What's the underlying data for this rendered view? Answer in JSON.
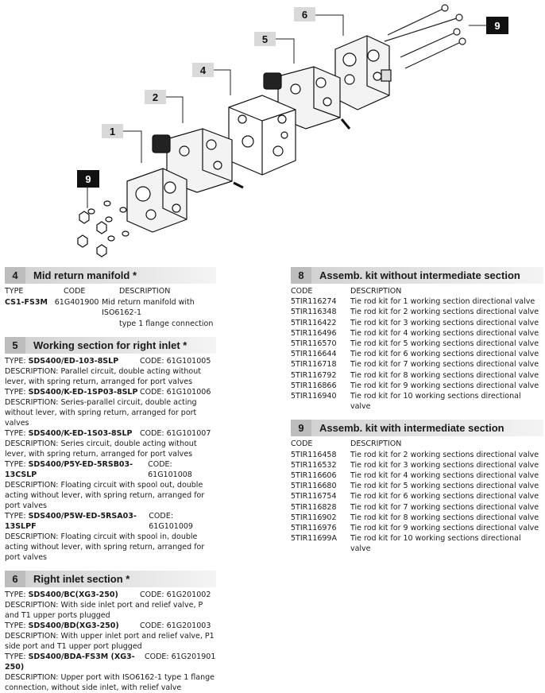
{
  "callouts": {
    "c1": "1",
    "c2": "2",
    "c4": "4",
    "c5": "5",
    "c6": "6",
    "c9a": "9",
    "c9b": "9"
  },
  "section4": {
    "num": "4",
    "title": "Mid return manifold *",
    "headers": {
      "type": "TYPE",
      "code": "CODE",
      "desc": "DESCRIPTION"
    },
    "type": "CS1-FS3M",
    "code": "61G401900",
    "desc1": "Mid return manifold with ISO6162-1",
    "desc2": "type 1 flange connection"
  },
  "section5": {
    "num": "5",
    "title": "Working section for right inlet *",
    "items": [
      {
        "type_label": "TYPE: ",
        "type": "SDS400/ED-103-8SLP",
        "code": "CODE: 61G101005",
        "desc": "DESCRIPTION: Parallel circuit, double acting without lever, with spring return, arranged for port valves"
      },
      {
        "type_label": "TYPE: ",
        "type": "SDS400/K-ED-1SP03-8SLP",
        "code": "CODE: 61G101006",
        "desc": "DESCRIPTION: Series-parallel circuit, double acting without lever, with spring return, arranged for port valves"
      },
      {
        "type_label": "TYPE: ",
        "type": "SDS400/K-ED-1S03-8SLP",
        "code": "CODE: 61G101007",
        "desc": "DESCRIPTION: Series circuit, double acting without lever, with spring return, arranged for port valves"
      },
      {
        "type_label": "TYPE: ",
        "type": "SDS400/P5Y-ED-5RSB03-13CSLP",
        "code": "CODE: 61G101008",
        "desc": "DESCRIPTION: Floating circuit with spool out, double acting without lever, with spring return, arranged for port valves"
      },
      {
        "type_label": "TYPE: ",
        "type": "SDS400/P5W-ED-5RSA03-13SLPF",
        "code": "CODE: 61G101009",
        "desc": "DESCRIPTION: Floating circuit with spool in, double acting without lever, with spring return, arranged for port valves"
      }
    ]
  },
  "section6": {
    "num": "6",
    "title": "Right inlet section *",
    "items": [
      {
        "type_label": "TYPE: ",
        "type": "SDS400/BC(XG3-250)",
        "code": "CODE: 61G201002",
        "desc": "DESCRIPTION: With side inlet port and relief valve, P and T1 upper ports plugged"
      },
      {
        "type_label": "TYPE: ",
        "type": "SDS400/BD(XG3-250)",
        "code": "CODE: 61G201003",
        "desc": "DESCRIPTION: With upper inlet port and relief valve, P1 side port and T1 upper port plugged"
      },
      {
        "type_label": "TYPE: ",
        "type": "SDS400/BDA-FS3M (XG3-250)",
        "code": "CODE: 61G201901",
        "desc": "DESCRIPTION: Upper port with ISO6162-1 type 1 flange connection, without side inlet, with relief valve"
      }
    ]
  },
  "section8": {
    "num": "8",
    "title": "Assemb. kit without intermediate section",
    "headers": {
      "code": "CODE",
      "desc": "DESCRIPTION"
    },
    "rows": [
      {
        "code": "5TIR116274",
        "desc": "Tie rod kit for 1 working section directional valve"
      },
      {
        "code": "5TIR116348",
        "desc": "Tie rod kit for 2 working sections directional valve"
      },
      {
        "code": "5TIR116422",
        "desc": "Tie rod kit for 3 working sections directional valve"
      },
      {
        "code": "5TIR116496",
        "desc": "Tie rod kit for 4 working sections directional valve"
      },
      {
        "code": "5TIR116570",
        "desc": "Tie rod kit for 5 working sections directional valve"
      },
      {
        "code": "5TIR116644",
        "desc": "Tie rod kit for 6 working sections directional valve"
      },
      {
        "code": "5TIR116718",
        "desc": "Tie rod kit for 7 working sections directional valve"
      },
      {
        "code": "5TIR116792",
        "desc": "Tie rod kit for 8 working sections directional valve"
      },
      {
        "code": "5TIR116866",
        "desc": "Tie rod kit for 9 working sections directional valve"
      },
      {
        "code": "5TIR116940",
        "desc": "Tie rod kit for 10 working sections directional valve"
      }
    ]
  },
  "section9": {
    "num": "9",
    "title": "Assemb. kit with intermediate section",
    "headers": {
      "code": "CODE",
      "desc": "DESCRIPTION"
    },
    "rows": [
      {
        "code": "5TIR116458",
        "desc": "Tie rod kit for 2 working sections directional valve"
      },
      {
        "code": "5TIR116532",
        "desc": "Tie rod kit for 3 working sections directional valve"
      },
      {
        "code": "5TIR116606",
        "desc": "Tie rod kit for 4 working sections directional valve"
      },
      {
        "code": "5TIR116680",
        "desc": "Tie rod kit for 5 working sections directional valve"
      },
      {
        "code": "5TIR116754",
        "desc": "Tie rod kit for 6 working sections directional valve"
      },
      {
        "code": "5TIR116828",
        "desc": "Tie rod kit for 7 working sections directional valve"
      },
      {
        "code": "5TIR116902",
        "desc": "Tie rod kit for 8 working sections directional valve"
      },
      {
        "code": "5TIR116976",
        "desc": "Tie rod kit for 9 working sections directional valve"
      },
      {
        "code": "5TIR11699A",
        "desc": "Tie rod kit for 10 working sections directional valve"
      }
    ]
  }
}
